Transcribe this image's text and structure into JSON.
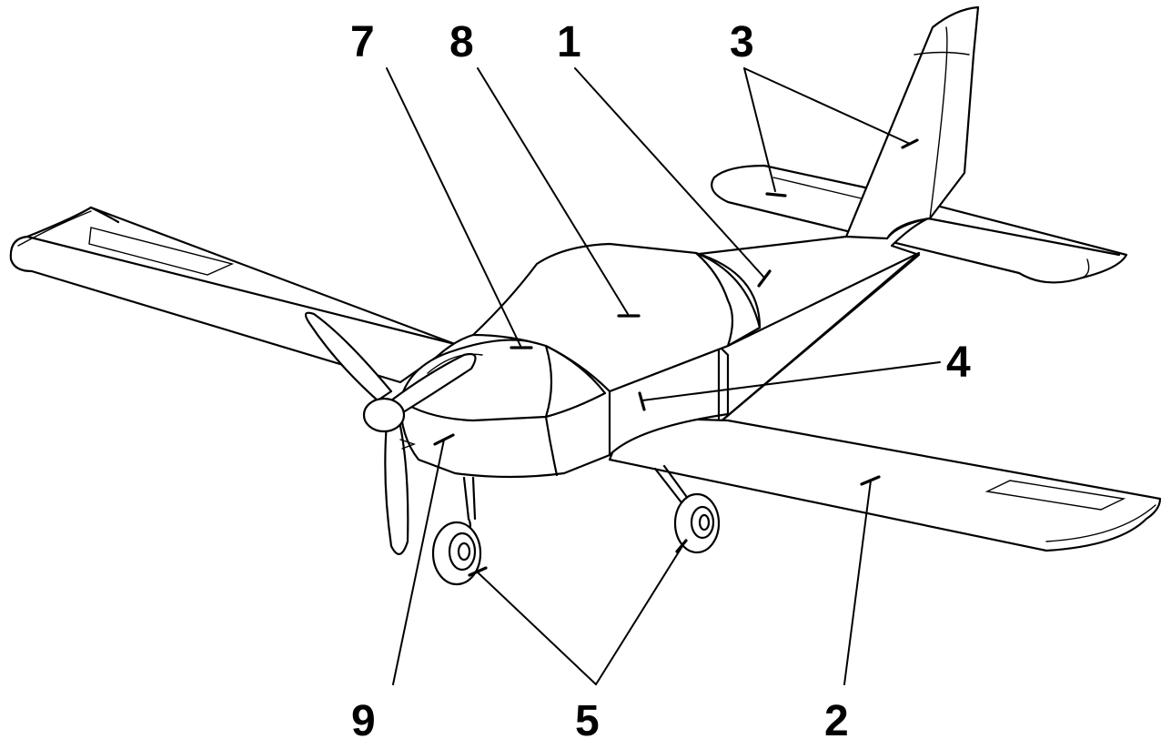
{
  "labels": {
    "l1": "1",
    "l2": "2",
    "l3": "3",
    "l4": "4",
    "l5": "5",
    "l7": "7",
    "l8": "8",
    "l9": "9"
  }
}
